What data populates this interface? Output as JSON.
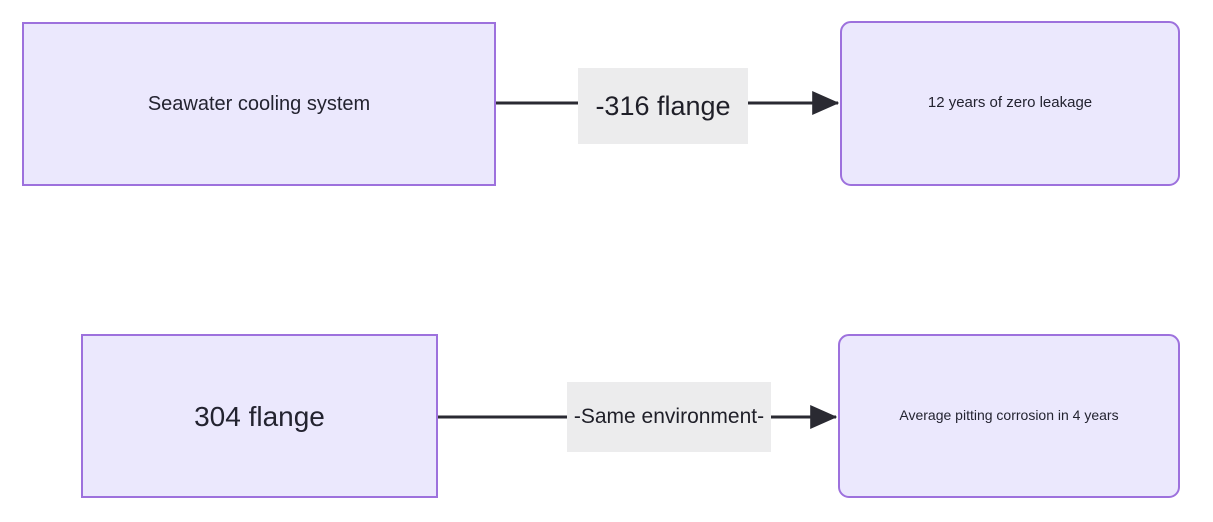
{
  "diagram": {
    "type": "flowchart",
    "direction": "left-to-right",
    "background_color": "#ffffff",
    "node_fill_color": "#ebe8fd",
    "node_border_color": "#9d71dd",
    "edge_color": "#2a2a32",
    "edge_label_background": "#ececed",
    "text_color": "#232330",
    "nodes": [
      {
        "id": "seawater-cooling-system",
        "label": "Seawater cooling system",
        "shape": "rectangle",
        "row": 1,
        "column": "left"
      },
      {
        "id": "zero-leakage",
        "label": "12 years of zero leakage",
        "shape": "rounded-rectangle",
        "row": 1,
        "column": "right"
      },
      {
        "id": "304-flange",
        "label": "304 flange",
        "shape": "rectangle",
        "row": 2,
        "column": "left"
      },
      {
        "id": "pitting-corrosion",
        "label": "Average pitting corrosion in 4 years",
        "shape": "rounded-rectangle",
        "row": 2,
        "column": "right"
      }
    ],
    "edges": [
      {
        "id": "edge-1",
        "from": "seawater-cooling-system",
        "to": "zero-leakage",
        "label": "-316 flange",
        "arrow": "end"
      },
      {
        "id": "edge-2",
        "from": "304-flange",
        "to": "pitting-corrosion",
        "label": "-Same environment-",
        "arrow": "end"
      }
    ]
  }
}
